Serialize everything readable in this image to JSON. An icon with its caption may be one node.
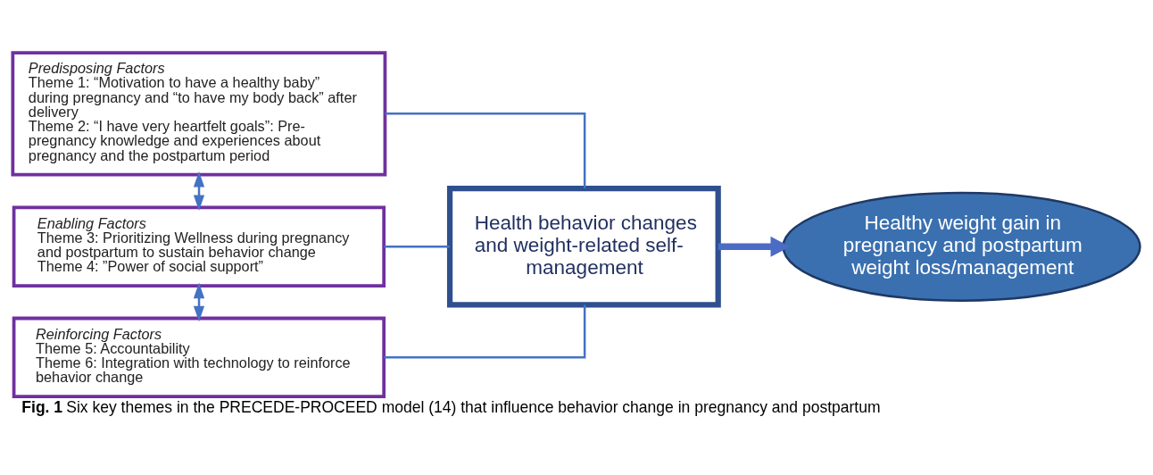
{
  "diagram": {
    "caption": "**Fig. 1** Six key themes in the PRECEDE-PROCEED model (14) that influence behavior change in pregnancy and postpartum",
    "nodes": [
      {
        "text": [
          "Predisposing Factors",
          "Theme 1: “Motivation to have a healthy baby” during pregnancy and “to have my body back” after delivery",
          "Theme 2: “I have very heartfelt goals”: Pre-pregnancy knowledge and experiences about pregnancy and the postpartum period"
        ]
      },
      {
        "text": [
          "Enabling Factors",
          "Theme 3: Prioritizing Wellness during pregnancy and postpartum to sustain behavior change",
          "Theme 4: ”Power of social support”"
        ]
      },
      {
        "text": [
          "Reinforcing Factors",
          "Theme 5: Accountability",
          "Theme 6: Integration with technology to reinforce behavior change"
        ]
      },
      {
        "text": [
          "Health behavior changes and weight-related self-management"
        ]
      },
      {
        "text": [
          "Healthy weight gain in pregnancy and postpartum weight loss/management"
        ]
      }
    ],
    "edges": [
      {
        "from": 0,
        "to": 1,
        "arrow": "both"
      },
      {
        "from": 1,
        "to": 2,
        "arrow": "both"
      },
      {
        "from": 0,
        "to": 3,
        "arrow": "none"
      },
      {
        "from": 1,
        "to": 3,
        "arrow": "none"
      },
      {
        "from": 2,
        "to": 3,
        "arrow": "none"
      },
      {
        "from": 3,
        "to": 4,
        "arrow": "to",
        "style": "thick"
      }
    ]
  }
}
